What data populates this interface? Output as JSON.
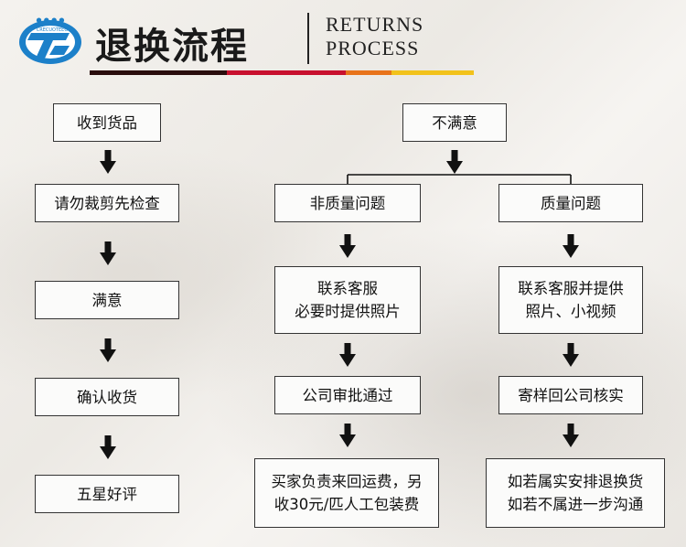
{
  "header": {
    "logo_text": "CRECUOTEEO",
    "title": "退换流程",
    "subtitle_line1": "RETURNS",
    "subtitle_line2": "PROCESS"
  },
  "colors": {
    "box_border": "#333333",
    "arrow": "#111111",
    "logo_blue": "#1c80c9",
    "bar_dark": "#2a0d0d",
    "bar_red": "#c8102e",
    "bar_orange": "#e8731a",
    "bar_yellow": "#f2c21b"
  },
  "left_flow": {
    "received": "收到货品",
    "inspect": "请勿裁剪先检查",
    "satisfied": "满意",
    "confirm": "确认收货",
    "review": "五星好评"
  },
  "dissatisfied": "不满意",
  "non_quality": {
    "label": "非质量问题",
    "contact": "联系客服\n必要时提供照片",
    "approval": "公司审批通过",
    "fees": "买家负责来回运费，另\n收30元/匹人工包装费"
  },
  "quality": {
    "label": "质量问题",
    "contact": "联系客服并提供\n照片、小视频",
    "send_sample": "寄样回公司核实",
    "result": "如若属实安排退换货\n如若不属进一步沟通"
  }
}
